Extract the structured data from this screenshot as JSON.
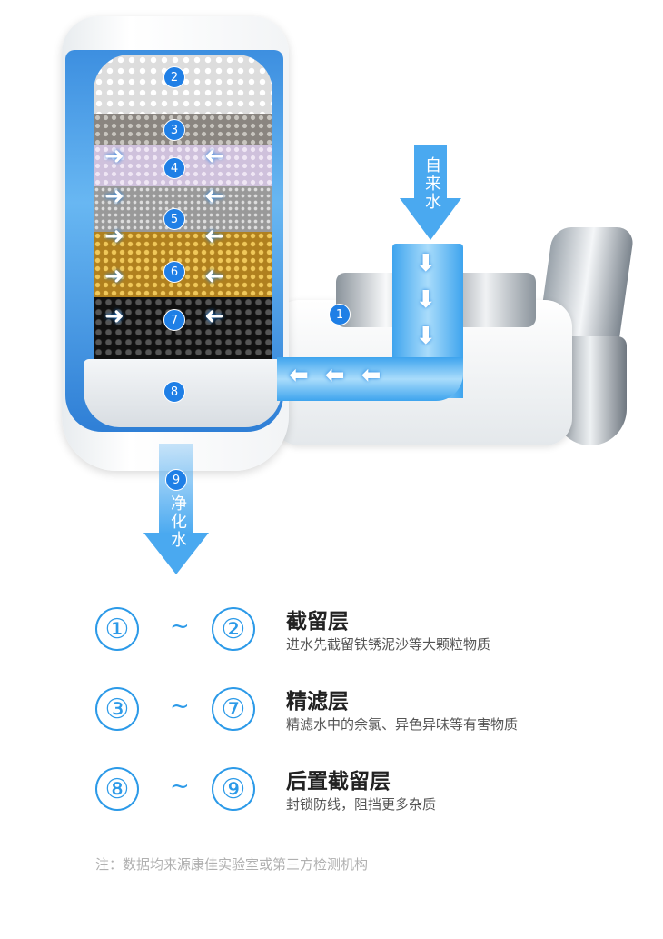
{
  "diagram": {
    "layers": [
      "2",
      "3",
      "4",
      "5",
      "6",
      "7",
      "8"
    ],
    "inlet_badge": "1",
    "outlet_badge": "9",
    "inlet_label": "自来水",
    "outlet_label": "净化水"
  },
  "legend": [
    {
      "from": "①",
      "to": "②",
      "sep": "~",
      "title": "截留层",
      "desc": "进水先截留铁锈泥沙等大颗粒物质"
    },
    {
      "from": "③",
      "to": "⑦",
      "sep": "~",
      "title": "精滤层",
      "desc": "精滤水中的余氯、异色异味等有害物质"
    },
    {
      "from": "⑧",
      "to": "⑨",
      "sep": "~",
      "title": "后置截留层",
      "desc": "封锁防线，阻挡更多杂质"
    }
  ],
  "note": "注：数据均来源康佳实验室或第三方检测机构",
  "colors": {
    "accent": "#2c9ae8",
    "badge": "#1f7fe6"
  }
}
